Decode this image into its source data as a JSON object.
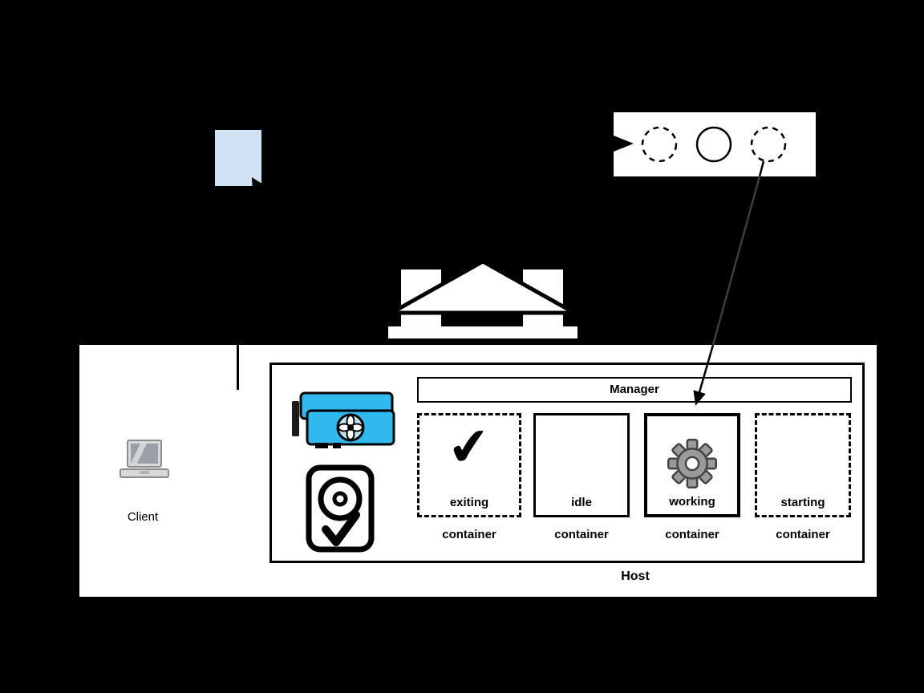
{
  "colors": {
    "background": "#000000",
    "document_fill": "#cfe2f3",
    "gpu_blue": "#2fb9ef",
    "gear_gray": "#9a9a9a"
  },
  "labels": {
    "manager": "Manager",
    "host": "Host",
    "client": "Client"
  },
  "containers": [
    {
      "state": "exiting",
      "label": "container",
      "border": "dashed",
      "icon": "checkmark-icon"
    },
    {
      "state": "idle",
      "label": "container",
      "border": "solid",
      "icon": null
    },
    {
      "state": "working",
      "label": "container",
      "border": "solid",
      "icon": "gear-icon"
    },
    {
      "state": "starting",
      "label": "container",
      "border": "dashed",
      "icon": null
    }
  ],
  "lifecycle": {
    "circle_styles": [
      "dashed",
      "solid",
      "dashed"
    ]
  },
  "glyphs": {
    "checkmark": "✔"
  },
  "icons": [
    "document-icon",
    "cursor-icon",
    "arrow-right-icon",
    "dashed-circle",
    "solid-circle",
    "building-icon",
    "laptop-icon",
    "gpu-icon",
    "hard-drive-icon",
    "gear-icon",
    "checkmark-icon"
  ]
}
